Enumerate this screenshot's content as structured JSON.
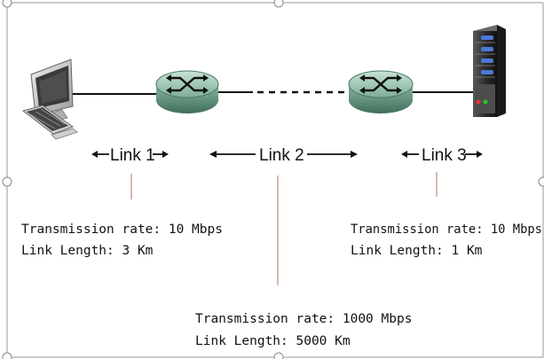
{
  "links": [
    {
      "label": "Link 1",
      "rate": "Transmission rate: 10 Mbps",
      "length": "Link Length: 3 Km"
    },
    {
      "label": "Link 2",
      "rate": "Transmission rate: 1000 Mbps",
      "length": "Link Length: 5000 Km"
    },
    {
      "label": "Link 3",
      "rate": "Transmission rate: 10 Mbps",
      "length": "Link Length: 1 Km"
    }
  ],
  "devices": [
    "computer-icon",
    "router-icon",
    "router-icon",
    "server-icon"
  ],
  "colors": {
    "frame": "#9a9a9a",
    "leader": "#c08a7a",
    "router_body": "#5c8c76",
    "router_top": "#a9cbbb",
    "cable": "#111111",
    "server_led": "#4a78d6"
  }
}
